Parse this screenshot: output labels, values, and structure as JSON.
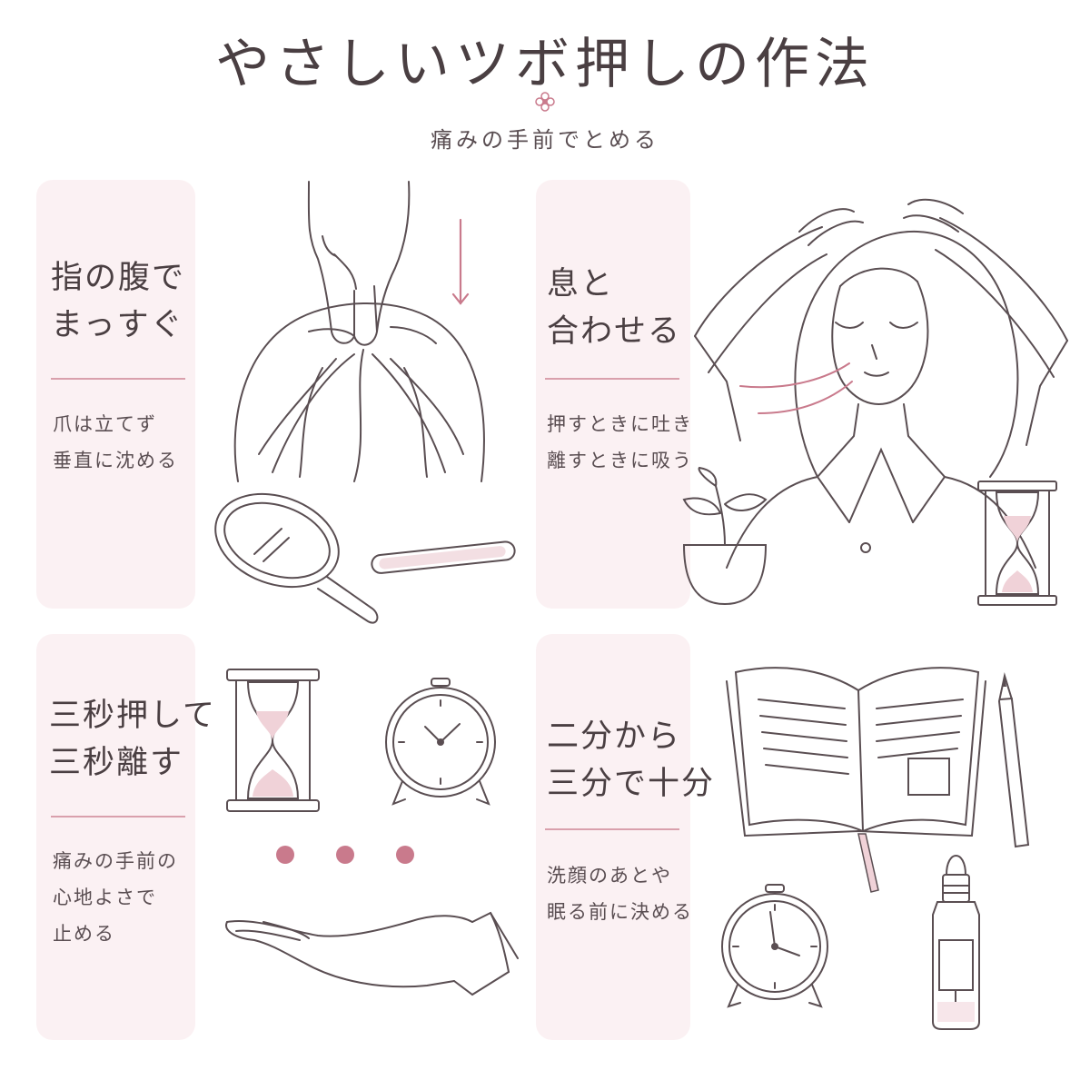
{
  "title": "やさしいツボ押しの作法",
  "subtitle": "痛みの手前でとめる",
  "colors": {
    "accent": "#c97a8c",
    "ink": "#4a3f42",
    "card": "#fbf1f3",
    "line": "#d9a0ac"
  },
  "sections": [
    {
      "heading": [
        "指の腹で",
        "まっすぐ"
      ],
      "body": [
        "爪は立てず",
        "垂直に沈める"
      ],
      "icons": [
        "fingers-pressing-scalp-icon",
        "down-arrow-icon",
        "hand-mirror-icon",
        "nail-file-icon"
      ]
    },
    {
      "heading": [
        "息と",
        "合わせる"
      ],
      "body": [
        "押すときに吐き",
        "離すときに吸う"
      ],
      "icons": [
        "woman-scalp-massage-icon",
        "breath-lines-icon",
        "potted-plant-icon",
        "hourglass-icon"
      ]
    },
    {
      "heading": [
        "三秒押して",
        "三秒離す"
      ],
      "body": [
        "痛みの手前の",
        "心地よさで",
        "止める"
      ],
      "icons": [
        "hourglass-icon",
        "alarm-clock-icon",
        "three-dots-icon",
        "open-palm-icon"
      ]
    },
    {
      "heading": [
        "二分から",
        "三分で十分"
      ],
      "body": [
        "洗顔のあとや",
        "眠る前に決める"
      ],
      "icons": [
        "open-notebook-icon",
        "pencil-icon",
        "alarm-clock-icon",
        "dropper-bottle-icon"
      ]
    }
  ]
}
